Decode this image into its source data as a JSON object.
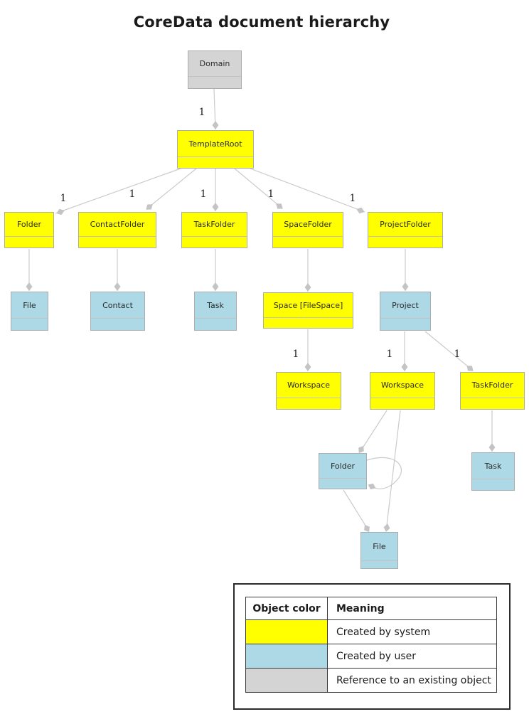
{
  "title": "CoreData document hierarchy",
  "colors": {
    "system": "#ffff00",
    "user": "#add8e6",
    "reference": "#d4d4d4",
    "edge": "#cbcbcb",
    "diamond": "#c4c4c4"
  },
  "nodes": [
    {
      "label": "Domain",
      "fill": "#d4d4d4"
    },
    {
      "label": "TemplateRoot",
      "fill": "#ffff00"
    },
    {
      "label": "Folder",
      "fill": "#ffff00"
    },
    {
      "label": "ContactFolder",
      "fill": "#ffff00"
    },
    {
      "label": "TaskFolder",
      "fill": "#ffff00"
    },
    {
      "label": "SpaceFolder",
      "fill": "#ffff00"
    },
    {
      "label": "ProjectFolder",
      "fill": "#ffff00"
    },
    {
      "label": "File",
      "fill": "#add8e6"
    },
    {
      "label": "Contact",
      "fill": "#add8e6"
    },
    {
      "label": "Task",
      "fill": "#add8e6"
    },
    {
      "label": "Space [FileSpace]",
      "fill": "#ffff00"
    },
    {
      "label": "Project",
      "fill": "#add8e6"
    },
    {
      "label": "Workspace",
      "fill": "#ffff00"
    },
    {
      "label": "Workspace",
      "fill": "#ffff00"
    },
    {
      "label": "TaskFolder",
      "fill": "#ffff00"
    },
    {
      "label": "Folder",
      "fill": "#add8e6"
    },
    {
      "label": "Task",
      "fill": "#add8e6"
    },
    {
      "label": "File",
      "fill": "#add8e6"
    }
  ],
  "edge_labels": [
    {
      "text": "1"
    },
    {
      "text": "1"
    },
    {
      "text": "1"
    },
    {
      "text": "1"
    },
    {
      "text": "1"
    },
    {
      "text": "1"
    },
    {
      "text": "1"
    },
    {
      "text": "1"
    },
    {
      "text": "1"
    }
  ],
  "legend": {
    "headers": [
      "Object color",
      "Meaning"
    ],
    "rows": [
      {
        "color": "#ffff00",
        "meaning": "Created by system"
      },
      {
        "color": "#add8e6",
        "meaning": "Created by user"
      },
      {
        "color": "#d4d4d4",
        "meaning": "Reference to an existing object"
      }
    ]
  }
}
